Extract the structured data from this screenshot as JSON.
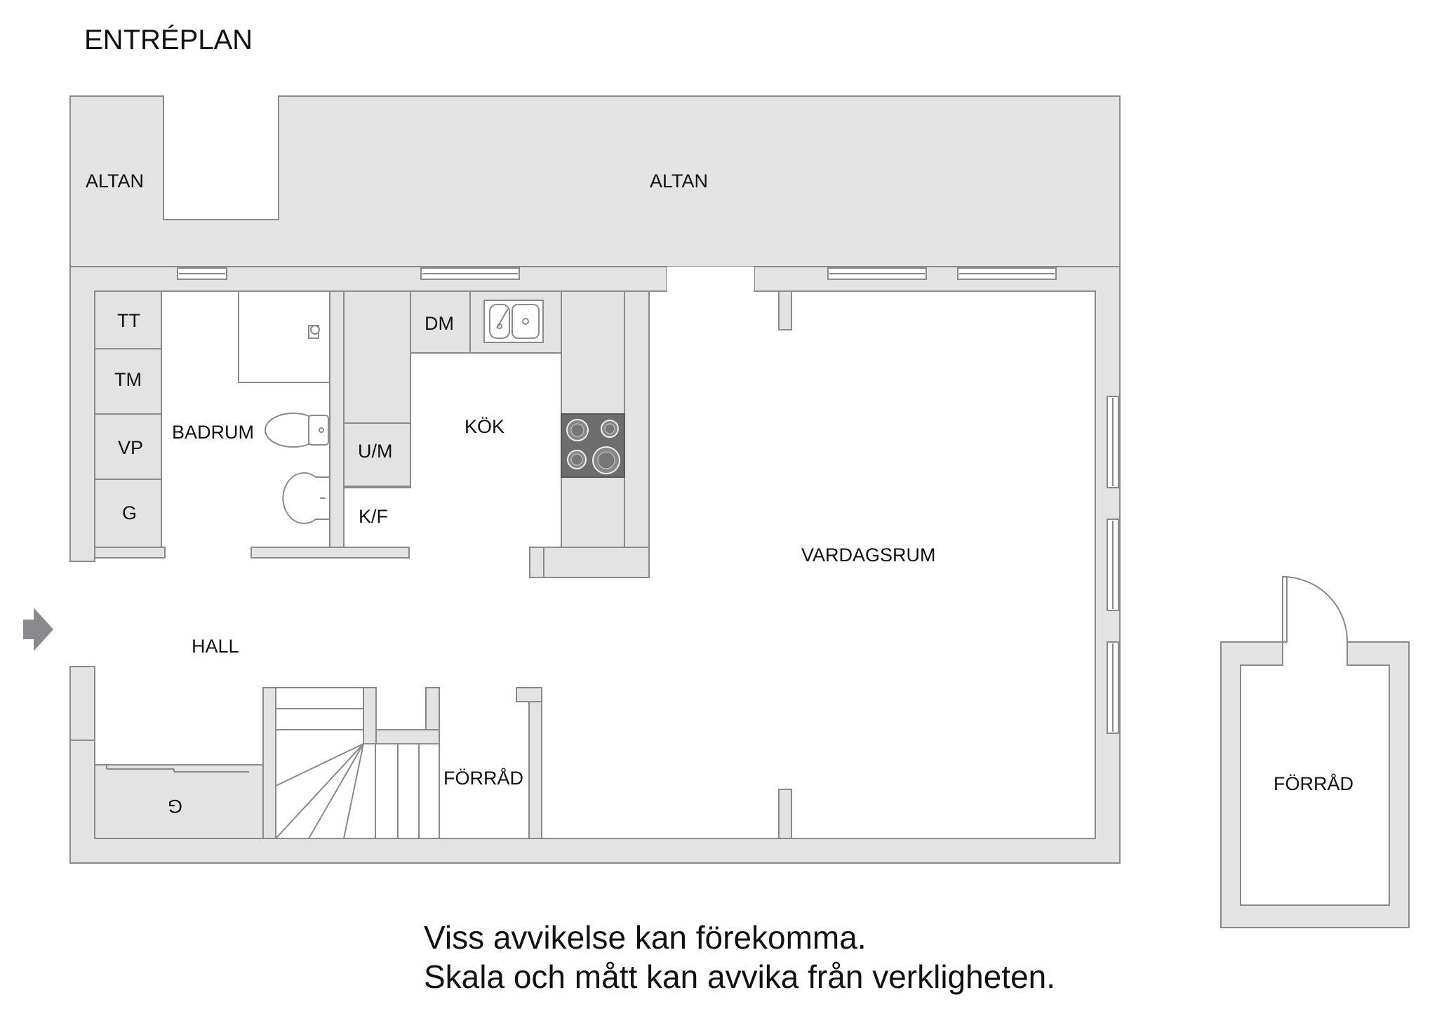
{
  "title": "ENTRÉPLAN",
  "rooms": {
    "altan_left": "ALTAN",
    "altan_main": "ALTAN",
    "badrum": "BADRUM",
    "kok": "KÖK",
    "vardagsrum": "VARDAGSRUM",
    "hall": "HALL",
    "forrad_inner": "FÖRRÅD",
    "forrad_outer": "FÖRRÅD"
  },
  "fixtures": {
    "tt": "TT",
    "tm": "TM",
    "vp": "VP",
    "g": "G",
    "dm": "DM",
    "um": "U/M",
    "kf": "K/F",
    "g_hall": "G"
  },
  "disclaimer": {
    "line1": "Viss avvikelse kan förekomma.",
    "line2": "Skala och mått kan avvika från verkligheten."
  },
  "colors": {
    "wall": "#e3e3e3",
    "outline": "#8a8a8a",
    "stove": "#6d6d6d",
    "entry_arrow": "#8a8a8e"
  }
}
